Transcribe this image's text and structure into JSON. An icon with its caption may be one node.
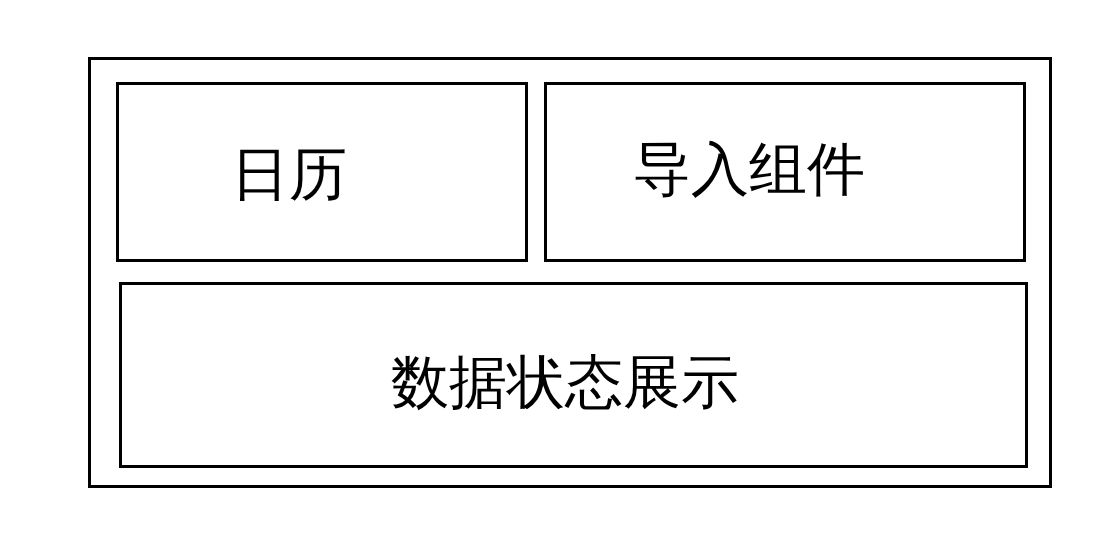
{
  "diagram": {
    "nodes": [
      {
        "text": [],
        "shape": "box"
      },
      {
        "text": [
          "日历"
        ],
        "in": 0
      },
      {
        "text": [
          "导入组件"
        ],
        "in": 0
      },
      {
        "text": [
          "数据状态展示"
        ],
        "in": 0
      }
    ]
  }
}
